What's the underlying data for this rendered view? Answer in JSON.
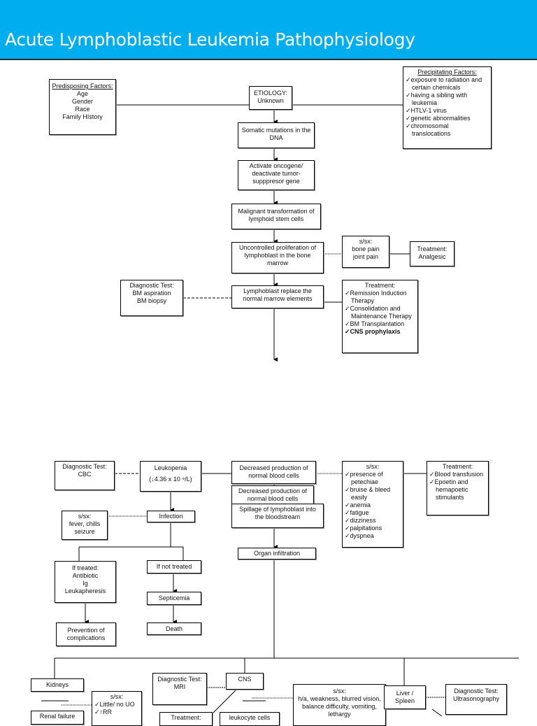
{
  "title": "Acute Lymphoblastic Leukemia Pathophysiology",
  "colors": {
    "header": "#00aeef",
    "title_text": "#ffffff",
    "lines": "#000000"
  },
  "icons": {
    "check": "check-mark-icon",
    "arrow": "arrow-down-icon"
  },
  "top": {
    "predisposing": {
      "heading": "Predisposing Factors:",
      "items": [
        "Age",
        "Gender",
        "Race",
        "Family HIstory"
      ]
    },
    "etiology": {
      "heading": "ETIOLOGY:",
      "value": "Unknown"
    },
    "precipitating": {
      "heading": "Precipitating Factors:",
      "items": [
        "exposure to radiation and certain chemicals",
        "having a sibling with leukemia",
        "HTLV-1 virus",
        "genetic abnormalities",
        "chromosomal translocations"
      ]
    },
    "somatic": "Somatic mutations in the DNA",
    "activate": "Activate oncogene/ deactivate tumor-supppresor gene",
    "malignant": "Malignant transformation of lymphoid stem cells",
    "uncontrolled": "Uncontrolled proliferation of lymphoblast in the bone marrow",
    "ssx_bone": {
      "heading": "s/sx:",
      "items": [
        "bone pain",
        "joint pain"
      ]
    },
    "treatment_analgesic": {
      "heading": "Treatment:",
      "value": "Analgesic"
    },
    "diag_bm": {
      "heading": "Diagnostic Test:",
      "items": [
        "BM aspiration",
        "BM biopsy"
      ]
    },
    "replace": "Lymphoblast replace the normal marrow elements",
    "treatment_list": {
      "heading": "Treatment:",
      "items": [
        "Remission Induction Therapy",
        "Consolidation and Maintenance Therapy",
        "BM Transplantation",
        "CNS prophylaxis"
      ]
    }
  },
  "middle": {
    "diag_cbc": {
      "heading": "Diagnostic Test:",
      "value": "CBC"
    },
    "leukopenia": {
      "heading": "Leukopenia",
      "value": "(↓4.36 x 10 ⁹/L)"
    },
    "decreased1": "Decreased production of normal blood cells",
    "decreased2": "Decreased production of normal blood cells",
    "spillage": "Spillage of lymphoblast into the bloodstream",
    "ssx_blood": {
      "heading": "s/sx:",
      "items": [
        "presence of petechiae",
        "bruise & bleed easily",
        "anemia",
        "fatigue",
        "dizziness",
        "palpitations",
        "dyspnea"
      ]
    },
    "treatment_blood": {
      "heading": "Treatment:",
      "items": [
        "Blood transfusion",
        "Epoetin and hemapoetic stimulants"
      ]
    },
    "infection": "Infection",
    "ssx_fever": {
      "heading": "s/sx:",
      "items": [
        "fever, chills",
        "seizure"
      ]
    },
    "organ": "Organ infiltration",
    "if_treated": {
      "heading": "If treated:",
      "items": [
        "Antibiotic",
        "Ig",
        "Leukapheresis"
      ]
    },
    "if_not_treated": "If not treated",
    "septicemia": "Septicemia",
    "prevention": "Prevention of complications",
    "death": "Death"
  },
  "bottom": {
    "kidneys": "Kidneys",
    "renal": "Renal failure",
    "ssx_kidney": {
      "heading": "s/sx:",
      "items": [
        "Little/ no UO",
        "↑RR"
      ]
    },
    "diag_mri": {
      "heading": "Diagnostic Test:",
      "value": "MRI"
    },
    "cns": "CNS",
    "treatment_cns": "Treatment:",
    "leukocyte": "leukocyte cells",
    "ssx_cns": {
      "heading": "s/sx:",
      "value": "h/a, weakness, blurred vision, balance difficulty, vomiting, lethargy"
    },
    "liver": "Liver / Spleen",
    "diag_us": {
      "heading": "Diagnostic Test:",
      "value": "Ultrasonography"
    }
  }
}
